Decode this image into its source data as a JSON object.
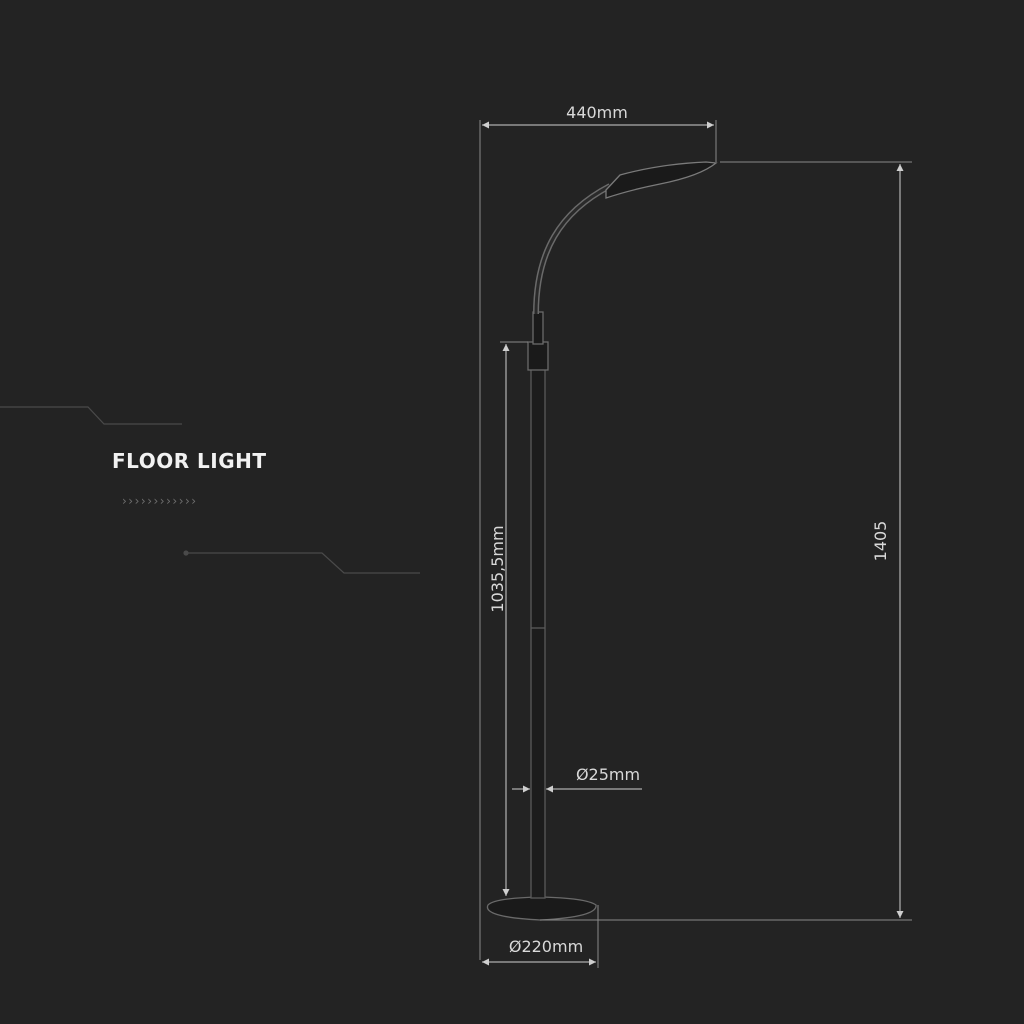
{
  "title": "FLOOR LIGHT",
  "chevrons": "››››››››››››",
  "dimensions": {
    "top_width": "440mm",
    "total_height": "1405",
    "pole_height": "1035,5mm",
    "pole_diameter": "Ø25mm",
    "base_diameter": "Ø220mm"
  },
  "colors": {
    "background": "#232323",
    "line": "#cfcfcf",
    "text": "#f2f2f2"
  }
}
